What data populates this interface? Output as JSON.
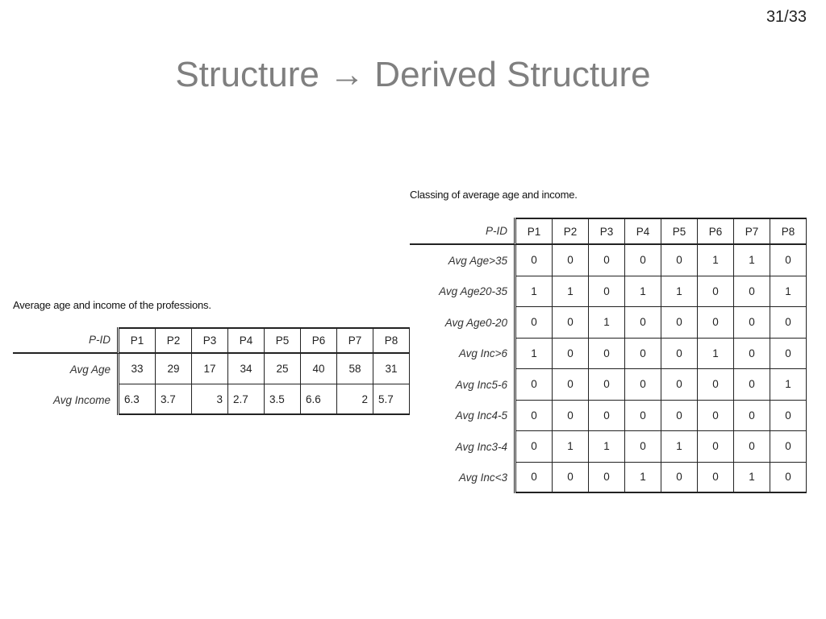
{
  "slide": {
    "page_number": "31/33",
    "title": "Structure → Derived Structure"
  },
  "left_table": {
    "caption": "Average age and income of the professions.",
    "header_label": "P-ID",
    "columns": [
      "P1",
      "P2",
      "P3",
      "P4",
      "P5",
      "P6",
      "P7",
      "P8"
    ],
    "rows": [
      {
        "label": "Avg Age",
        "values": [
          "33",
          "29",
          "17",
          "34",
          "25",
          "40",
          "58",
          "31"
        ]
      },
      {
        "label": "Avg Income",
        "values": [
          "6.3",
          "3.7",
          "3",
          "2.7",
          "3.5",
          "6.6",
          "2",
          "5.7"
        ]
      }
    ]
  },
  "right_table": {
    "caption": "Classing of average age and income.",
    "header_label": "P-ID",
    "columns": [
      "P1",
      "P2",
      "P3",
      "P4",
      "P5",
      "P6",
      "P7",
      "P8"
    ],
    "rows": [
      {
        "label": "Avg Age>35",
        "values": [
          "0",
          "0",
          "0",
          "0",
          "0",
          "1",
          "1",
          "0"
        ]
      },
      {
        "label": "Avg Age20-35",
        "values": [
          "1",
          "1",
          "0",
          "1",
          "1",
          "0",
          "0",
          "1"
        ]
      },
      {
        "label": "Avg Age0-20",
        "values": [
          "0",
          "0",
          "1",
          "0",
          "0",
          "0",
          "0",
          "0"
        ]
      },
      {
        "label": "Avg Inc>6",
        "values": [
          "1",
          "0",
          "0",
          "0",
          "0",
          "1",
          "0",
          "0"
        ]
      },
      {
        "label": "Avg Inc5-6",
        "values": [
          "0",
          "0",
          "0",
          "0",
          "0",
          "0",
          "0",
          "1"
        ]
      },
      {
        "label": "Avg Inc4-5",
        "values": [
          "0",
          "0",
          "0",
          "0",
          "0",
          "0",
          "0",
          "0"
        ]
      },
      {
        "label": "Avg Inc3-4",
        "values": [
          "0",
          "1",
          "1",
          "0",
          "1",
          "0",
          "0",
          "0"
        ]
      },
      {
        "label": "Avg Inc<3",
        "values": [
          "0",
          "0",
          "0",
          "1",
          "0",
          "0",
          "1",
          "0"
        ]
      }
    ]
  }
}
